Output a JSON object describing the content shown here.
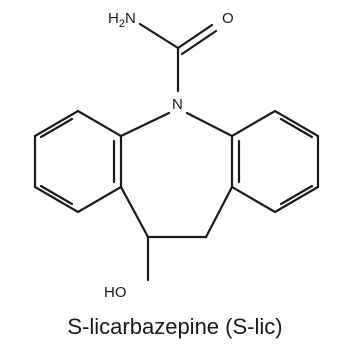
{
  "molecule": {
    "caption": "S-licarbazepine (S-lic)",
    "labels": {
      "amine_h": "H",
      "amine_sub": "2",
      "amine_n": "N",
      "carbonyl_o": "O",
      "ring_n": "N",
      "hydroxyl": "HO"
    }
  }
}
